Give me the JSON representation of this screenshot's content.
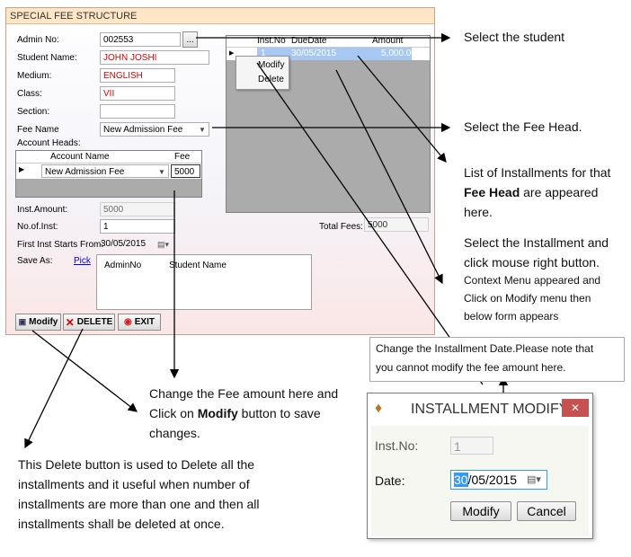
{
  "form": {
    "title": "SPECIAL FEE STRUCTURE",
    "admin_no": {
      "label": "Admin No:",
      "value": "002553",
      "browse": "..."
    },
    "student_name": {
      "label": "Student Name:",
      "value": "JOHN JOSHI"
    },
    "medium": {
      "label": "Medium:",
      "value": "ENGLISH"
    },
    "class": {
      "label": "Class:",
      "value": "VII"
    },
    "section": {
      "label": "Section:",
      "value": ""
    },
    "fee_name": {
      "label": "Fee Name",
      "value": "New Admission Fee"
    },
    "account_heads": {
      "label": "Account Heads:",
      "columns": [
        "Account Name",
        "Fee"
      ],
      "rows": [
        {
          "account": "New Admission Fee",
          "fee": "5000"
        }
      ]
    },
    "inst_amount": {
      "label": "Inst.Amount:",
      "value": "5000"
    },
    "no_of_inst": {
      "label": "No.of.Inst:",
      "value": "1"
    },
    "total_fees": {
      "label": "Total Fees:",
      "value": "5000"
    },
    "first_inst": {
      "label": "First Inst Starts From:",
      "value": "30/05/2015"
    },
    "save_as": {
      "label": "Save As:",
      "link": "Pick",
      "columns": [
        "AdminNo",
        "Student Name"
      ]
    },
    "installments": {
      "columns": [
        "Inst.No",
        "DueDate",
        "Amount"
      ],
      "rows": [
        {
          "no": "1",
          "due": "30/05/2015",
          "amount": "5,000.00"
        }
      ],
      "context_menu": [
        "Modify",
        "Delete"
      ]
    },
    "buttons": {
      "modify": "Modify",
      "delete": "DELETE",
      "exit": "EXIT"
    }
  },
  "annotations": {
    "select_student": "Select the student",
    "select_fee_head": "Select the Fee Head.",
    "installments_list_1": "List of Installments for that",
    "installments_list_2_bold": "Fee Head",
    "installments_list_2_rest": " are appeared",
    "installments_list_3": "here.",
    "select_installment_1": "Select the Installment and",
    "select_installment_2": "click mouse right button.",
    "context_1": "Context Menu appeared and",
    "context_2": "Click on Modify menu then",
    "context_3": "below form appears",
    "change_fee_1": "Change the Fee amount here and",
    "change_fee_2_a": "Click on ",
    "change_fee_2_bold": "Modify",
    "change_fee_2_b": " button to save",
    "change_fee_3": "changes.",
    "delete_1": "This Delete button is used to Delete all the",
    "delete_2": "installments and it useful when number of",
    "delete_3": "installments are more than one and then all",
    "delete_4": "installments shall be deleted at once.",
    "note_1": "Change the Installment Date.Please note that",
    "note_2": "you cannot modify the fee amount here."
  },
  "dialog": {
    "title": "INSTALLMENT MODIFY",
    "close": "✕",
    "inst_no": {
      "label": "Inst.No:",
      "value": "1"
    },
    "date": {
      "label": "Date:",
      "day": "30",
      "rest": "/05/2015"
    },
    "buttons": {
      "modify": "Modify",
      "cancel": "Cancel"
    }
  },
  "colors": {
    "accent_red": "#e00000",
    "title_bar": "#ffe6c4",
    "close_red": "#c75050",
    "selection": "#3399ff"
  }
}
